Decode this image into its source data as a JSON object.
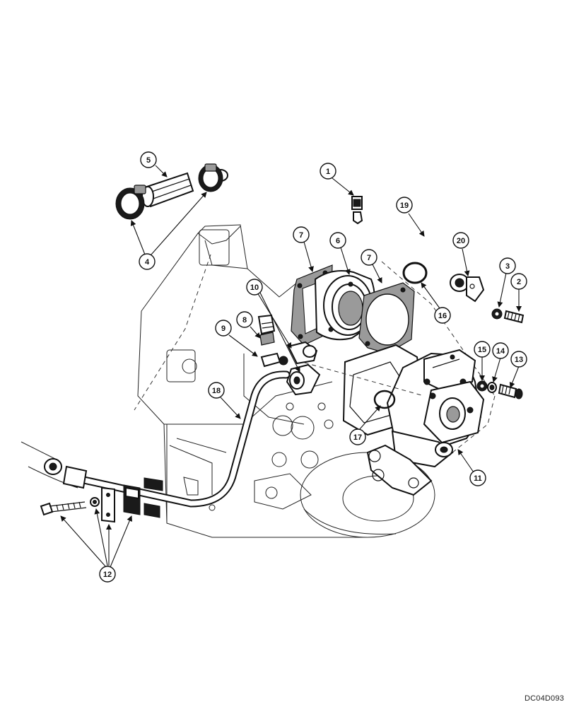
{
  "drawing_code": "DC04D093",
  "callouts": [
    "1",
    "2",
    "3",
    "4",
    "5",
    "6",
    "7",
    "8",
    "9",
    "10",
    "11",
    "12",
    "13",
    "14",
    "15",
    "16",
    "17",
    "18",
    "19",
    "20"
  ]
}
